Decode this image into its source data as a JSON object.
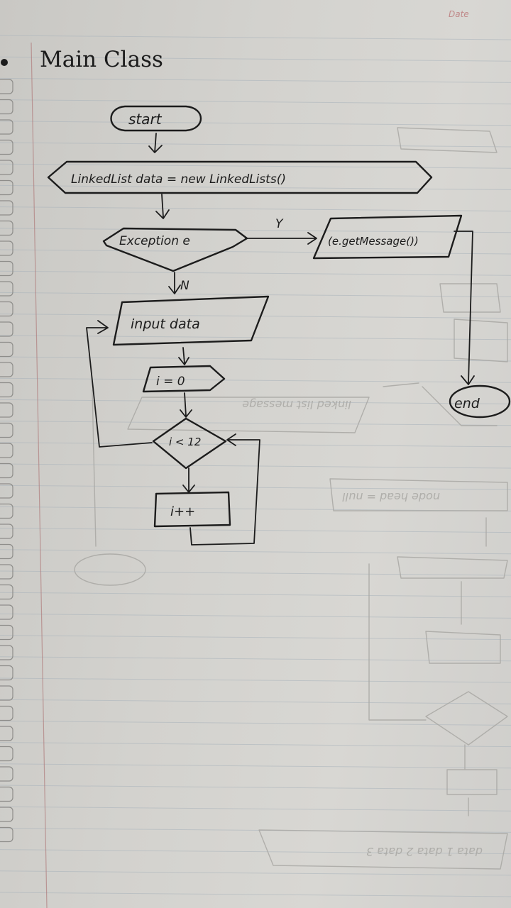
{
  "page": {
    "title": "Main Class",
    "corner_mark": "Date"
  },
  "flowchart": {
    "start": "start",
    "declare": "LinkedList data = new LinkedLists()",
    "exception": "Exception e",
    "yes_label": "Y",
    "no_label": "N",
    "error_output": "(e.getMessage())",
    "input": "input data",
    "init": "i = 0",
    "condition": "i < 12",
    "increment": "i++",
    "end": "end"
  },
  "colors": {
    "paper": "#d3d2ce",
    "ink": "#1c1c1c",
    "rule_line": "#a9b3bb",
    "margin_line": "#b07d7d",
    "bleed_through": "#a9a8a4"
  }
}
